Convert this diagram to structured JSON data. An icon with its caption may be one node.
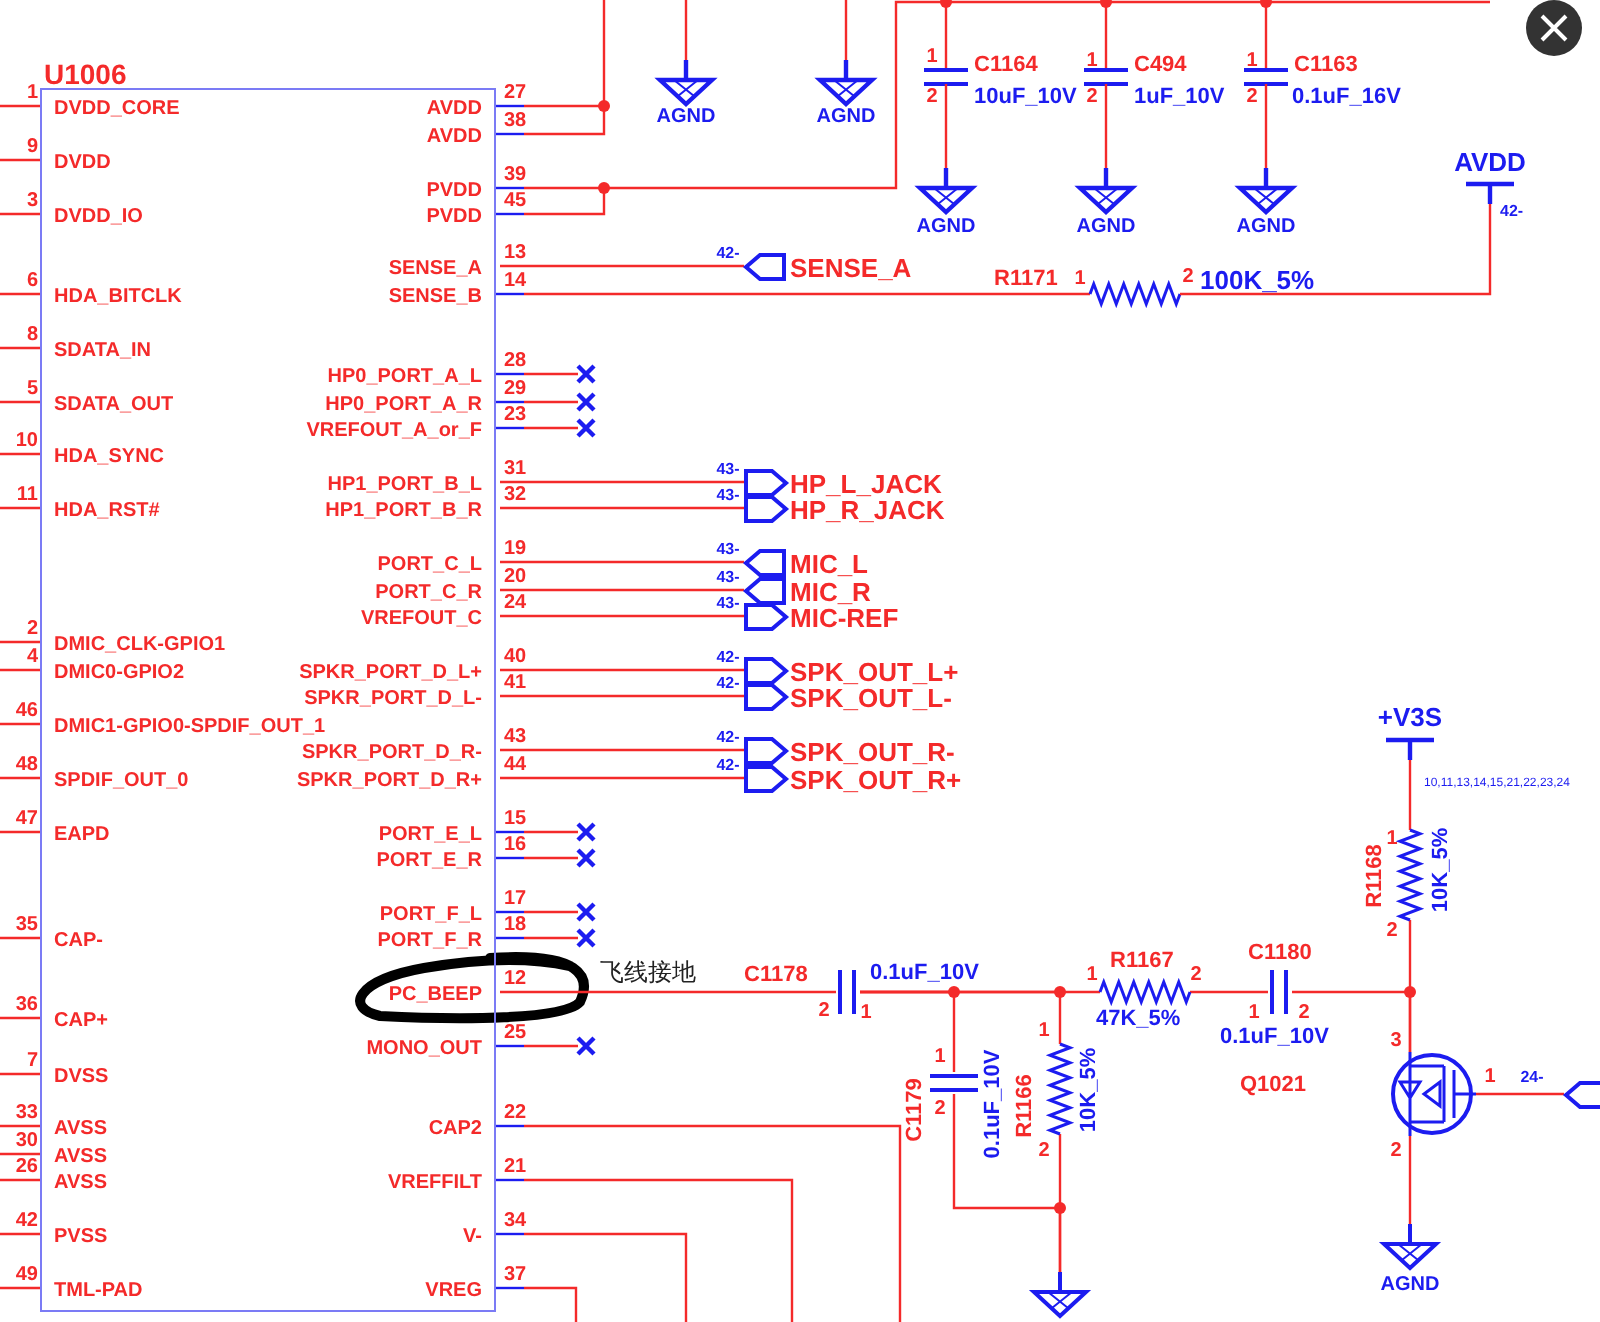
{
  "diagram": {
    "nodes": [
      {
        "text": [
          "U1006"
        ]
      },
      {
        "text": [],
        "shape": "capacitor",
        "beside": [
          "C1178",
          "0.1uF_10V",
          "2",
          "1"
        ]
      },
      {
        "text": [],
        "shape": "capacitor",
        "beside": [
          "C1179",
          "1",
          "2",
          "0.1uF_10V"
        ]
      },
      {
        "text": [],
        "shape": "resistor",
        "beside": [
          "R1166",
          "1",
          "2",
          "10K_5%"
        ]
      },
      {
        "text": [],
        "shape": "resistor",
        "beside": [
          "R1167",
          "1",
          "2",
          "47K_5%"
        ]
      },
      {
        "text": [],
        "shape": "capacitor",
        "beside": [
          "C1180",
          "1",
          "2",
          "0.1uF_10V"
        ]
      },
      {
        "text": [
          "+V3S"
        ],
        "beside": [
          "10,11,13,14,15,21,22,23,24"
        ]
      },
      {
        "text": [],
        "shape": "resistor",
        "beside": [
          "1",
          "R1168",
          "10K_5%",
          "2"
        ]
      },
      {
        "text": [],
        "shape": "transistor",
        "beside": [
          "3",
          "Q1021",
          "1",
          "2"
        ]
      },
      {
        "text": [],
        "shape": "pentagon",
        "beside": [
          "24-"
        ]
      },
      {
        "text": [],
        "shape": "ground"
      },
      {
        "text": [],
        "shape": "ground",
        "beside": [
          "AGND"
        ]
      },
      {
        "text": [],
        "shape": "pentagon",
        "beside": [
          "42-",
          "SENSE_A"
        ]
      },
      {
        "text": [],
        "shape": "pentagon",
        "beside": [
          "43-",
          "HP_L_JACK"
        ]
      },
      {
        "text": [],
        "shape": "pentagon",
        "beside": [
          "43-",
          "HP_R_JACK"
        ]
      },
      {
        "text": [],
        "shape": "pentagon",
        "beside": [
          "43-",
          "MIC_L"
        ]
      },
      {
        "text": [],
        "shape": "pentagon",
        "beside": [
          "43-",
          "MIC_R"
        ]
      },
      {
        "text": [],
        "shape": "pentagon",
        "beside": [
          "43-",
          "MIC-REF"
        ]
      },
      {
        "text": [],
        "shape": "pentagon",
        "beside": [
          "42-",
          "SPK_OUT_L+"
        ]
      },
      {
        "text": [],
        "shape": "pentagon",
        "beside": [
          "42-",
          "SPK_OUT_L-"
        ]
      },
      {
        "text": [],
        "shape": "pentagon",
        "beside": [
          "42-",
          "SPK_OUT_R-"
        ]
      },
      {
        "text": [],
        "shape": "pentagon",
        "beside": [
          "42-",
          "SPK_OUT_R+"
        ]
      }
    ],
    "edges": [
      {
        "from": 0,
        "to": 1,
        "arrow": "none"
      },
      {
        "from": 1,
        "to": 2,
        "arrow": "none"
      },
      {
        "from": 1,
        "to": 3,
        "arrow": "none"
      },
      {
        "from": 1,
        "to": 4,
        "arrow": "none"
      },
      {
        "from": 2,
        "to": 10,
        "arrow": "none"
      },
      {
        "from": 3,
        "to": 10,
        "arrow": "none"
      },
      {
        "from": 4,
        "to": 5,
        "arrow": "none"
      },
      {
        "from": 5,
        "to": 8,
        "arrow": "none"
      },
      {
        "from": 7,
        "to": 8,
        "arrow": "none"
      },
      {
        "from": 6,
        "to": 7,
        "arrow": "none"
      },
      {
        "from": 8,
        "to": 11,
        "arrow": "none"
      },
      {
        "from": 8,
        "to": 9,
        "arrow": "none"
      },
      {
        "from": 0,
        "to": 12,
        "arrow": "none"
      },
      {
        "from": 0,
        "to": 13,
        "arrow": "none"
      },
      {
        "from": 0,
        "to": 14,
        "arrow": "none"
      },
      {
        "from": 0,
        "to": 15,
        "arrow": "none"
      },
      {
        "from": 0,
        "to": 16,
        "arrow": "none"
      },
      {
        "from": 0,
        "to": 17,
        "arrow": "none"
      },
      {
        "from": 0,
        "to": 18,
        "arrow": "none"
      },
      {
        "from": 0,
        "to": 19,
        "arrow": "none"
      },
      {
        "from": 0,
        "to": 20,
        "arrow": "none"
      },
      {
        "from": 0,
        "to": 21,
        "arrow": "none"
      }
    ],
    "labels": [
      "1",
      "DVDD_CORE",
      "9",
      "DVDD",
      "3",
      "DVDD_IO",
      "6",
      "HDA_BITCLK",
      "8",
      "SDATA_IN",
      "5",
      "SDATA_OUT",
      "10",
      "HDA_SYNC",
      "11",
      "HDA_RST#",
      "2",
      "DMIC_CLK-GPIO1",
      "4",
      "DMIC0-GPIO2",
      "46",
      "DMIC1-GPIO0-SPDIF_OUT_1",
      "48",
      "SPDIF_OUT_0",
      "47",
      "EAPD",
      "35",
      "CAP-",
      "36",
      "CAP+",
      "7",
      "DVSS",
      "33",
      "AVSS",
      "30",
      "AVSS",
      "26",
      "AVSS",
      "42",
      "PVSS",
      "49",
      "TML-PAD",
      "27",
      "AVDD",
      "38",
      "AVDD",
      "39",
      "PVDD",
      "45",
      "PVDD",
      "13",
      "SENSE_A",
      "14",
      "SENSE_B",
      "28",
      "HP0_PORT_A_L",
      "29",
      "HP0_PORT_A_R",
      "23",
      "VREFOUT_A_or_F",
      "31",
      "HP1_PORT_B_L",
      "32",
      "HP1_PORT_B_R",
      "19",
      "PORT_C_L",
      "20",
      "PORT_C_R",
      "24",
      "VREFOUT_C",
      "40",
      "SPKR_PORT_D_L+",
      "41",
      "SPKR_PORT_D_L-",
      "43",
      "SPKR_PORT_D_R-",
      "44",
      "SPKR_PORT_D_R+",
      "15",
      "PORT_E_L",
      "16",
      "PORT_E_R",
      "17",
      "PORT_F_L",
      "18",
      "PORT_F_R",
      "12",
      "PC_BEEP",
      "25",
      "MONO_OUT",
      "22",
      "CAP2",
      "21",
      "VREFFILT",
      "34",
      "V-",
      "37",
      "VREG",
      "AGND",
      "AGND",
      "1",
      "C1164",
      "2",
      "10uF_10V",
      "1",
      "C494",
      "2",
      "1uF_10V",
      "1",
      "C1163",
      "2",
      "0.1uF_16V",
      "AGND",
      "AGND",
      "AGND",
      "AVDD",
      "42-",
      "R1171",
      "1",
      "2",
      "100K_5%",
      "飞线接地"
    ]
  }
}
